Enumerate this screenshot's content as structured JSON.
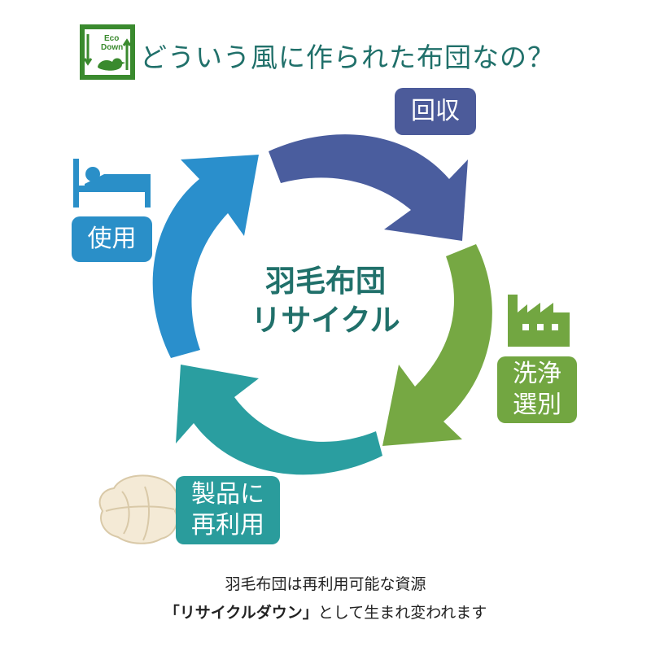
{
  "header": {
    "logo_text_top": "Eco",
    "logo_text_bottom": "Down",
    "title": "どういう風に作られた布団なの？"
  },
  "center": {
    "line1": "羽毛布団",
    "line2": "リサイクル"
  },
  "stages": {
    "collect": "回収",
    "wash_line1": "洗浄",
    "wash_line2": "選別",
    "remake_line1": "製品に",
    "remake_line2": "再利用",
    "use": "使用"
  },
  "footer": {
    "line1": "羽毛布団は再利用可能な資源",
    "line2_emphasis": "「リサイクルダウン」",
    "line2_rest": "として生まれ変われます"
  },
  "colors": {
    "title": "#20706a",
    "collect": "#4c5b9a",
    "wash": "#72a641",
    "remake": "#2a9c9c",
    "use": "#2a8fc8",
    "logo": "#3a8a2e"
  },
  "icons": [
    "eco-down-logo",
    "bed-icon",
    "factory-icon",
    "duvet-icon"
  ]
}
